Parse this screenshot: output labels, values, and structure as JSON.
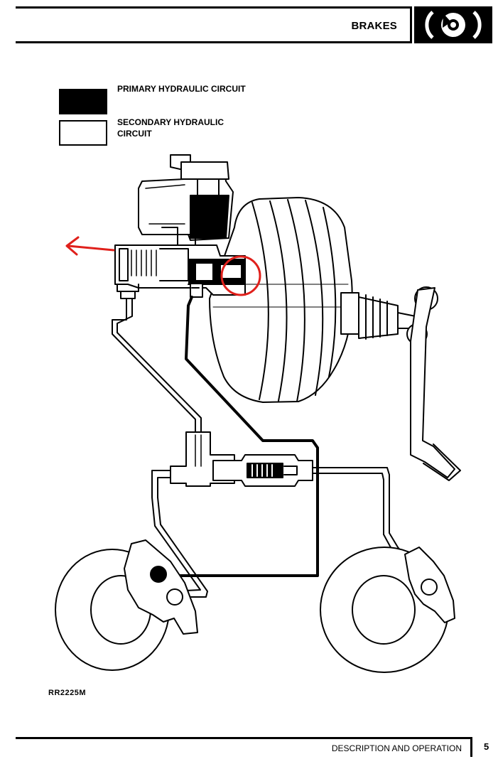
{
  "header": {
    "section_title": "BRAKES",
    "section_icon": "brake-disc-icon"
  },
  "legend": {
    "primary_label": "PRIMARY HYDRAULIC CIRCUIT",
    "secondary_label": "SECONDARY HYDRAULIC CIRCUIT",
    "primary_color": "#000000",
    "secondary_color": "#ffffff"
  },
  "diagram": {
    "reference_code": "RR2225M",
    "arrow_color": "#e0201b",
    "highlight_circle_color": "#e0201b"
  },
  "footer": {
    "section": "DESCRIPTION AND OPERATION",
    "page_number": "5"
  }
}
